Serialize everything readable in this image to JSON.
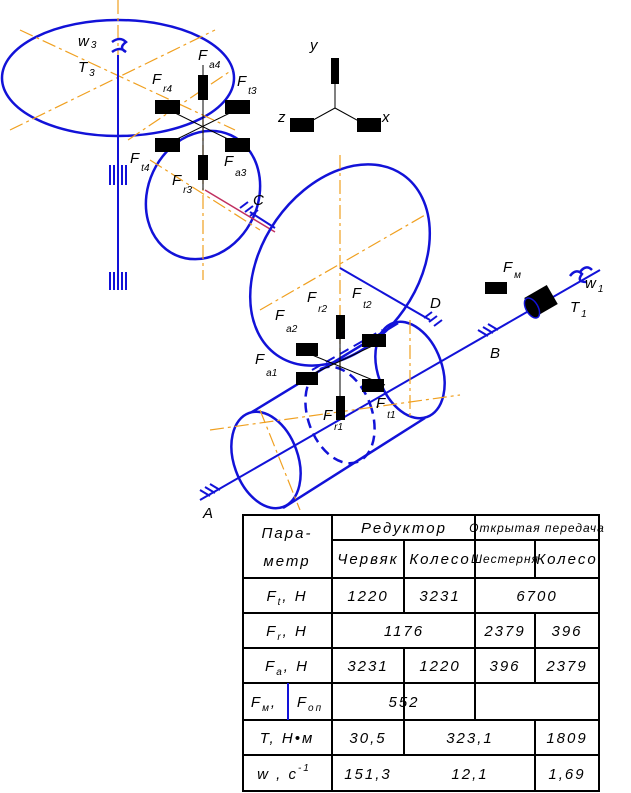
{
  "labels": {
    "w3": "w",
    "w3_sub": "3",
    "T3": "T",
    "T3_sub": "3",
    "Fa4": "F",
    "Fa4_sub": "a4",
    "Fr4": "F",
    "Fr4_sub": "r4",
    "Ft3": "F",
    "Ft3_sub": "t3",
    "Ft4": "F",
    "Ft4_sub": "t4",
    "Fr3": "F",
    "Fr3_sub": "r3",
    "Fa3": "F",
    "Fa3_sub": "a3",
    "C": "C",
    "y": "y",
    "z": "z",
    "x": "x",
    "Fr2": "F",
    "Fr2_sub": "r2",
    "Ft2": "F",
    "Ft2_sub": "t2",
    "D": "D",
    "Fa2": "F",
    "Fa2_sub": "a2",
    "Fa1": "F",
    "Fa1_sub": "a1",
    "Ft1": "F",
    "Ft1_sub": "t1",
    "Fr1": "F",
    "Fr1_sub": "r1",
    "Fm": "F",
    "Fm_sub": "м",
    "w1": "w",
    "w1_sub": "1",
    "T1": "T",
    "T1_sub": "1",
    "B": "B",
    "A": "A"
  },
  "table": {
    "header_param_1": "Пара-",
    "header_param_2": "метр",
    "header_reducer": "Редуктор",
    "header_open": "Открытая передача",
    "header_worm": "Червяк",
    "header_wheel": "Колесо",
    "header_gear": "Шестерня",
    "header_wheel2": "Колесо",
    "row_ft_label": "F",
    "row_ft_sub": "t",
    "row_ft_unit": ", Н",
    "row_ft_worm": "1220",
    "row_ft_wheel": "3231",
    "row_ft_open": "6700",
    "row_fr_label": "F",
    "row_fr_sub": "r",
    "row_fr_unit": ", Н",
    "row_fr_reducer": "1176",
    "row_fr_gear": "2379",
    "row_fr_wheel2": "396",
    "row_fa_label": "F",
    "row_fa_sub": "a",
    "row_fa_unit": ", Н",
    "row_fa_worm": "3231",
    "row_fa_wheel": "1220",
    "row_fa_gear": "396",
    "row_fa_wheel2": "2379",
    "row_fm_label": "F",
    "row_fm_sub": "м",
    "row_fm_comma": ",",
    "row_fop_label": "F",
    "row_fop_sub": "оп",
    "row_fm_value": "552",
    "row_T_label": "T, Н•м",
    "row_T_worm": "30,5",
    "row_T_mid": "323,1",
    "row_T_wheel2": "1809",
    "row_w_label": "w , с",
    "row_w_sup": "-1",
    "row_w_worm": "151,3",
    "row_w_mid": "12,1",
    "row_w_wheel2": "1,69"
  },
  "colors": {
    "line_blue": "#1212d8",
    "axis_orange": "#f0a020",
    "ink": "#000000"
  }
}
